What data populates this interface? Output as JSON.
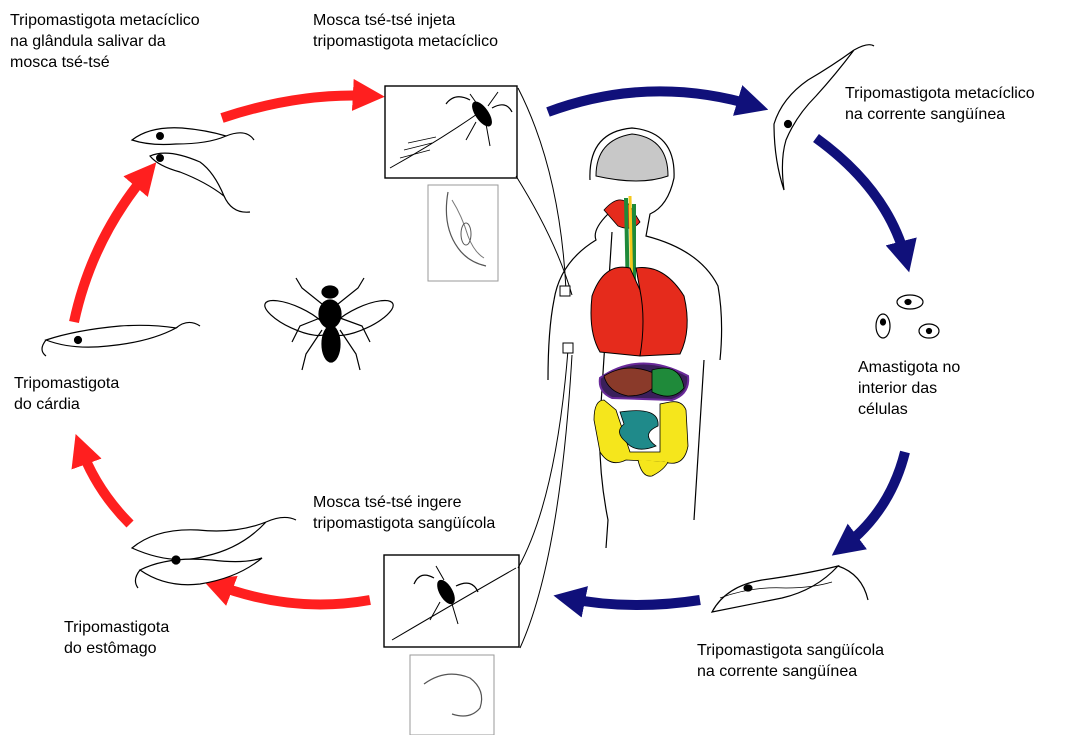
{
  "colors": {
    "vector_phase_arrow": "#ff1f1f",
    "host_phase_arrow": "#10107a",
    "brain": "#c8c8c8",
    "lungs": "#e52b1c",
    "liver": "#8a3a2a",
    "stomach": "#1f8a3a",
    "intestine_large": "#f5e61c",
    "intestine_small": "#1f8a8a",
    "line_art": "#000000"
  },
  "labels": {
    "metacyclic_salivary": [
      "Tripomastigota metacíclico",
      "na glândula salivar da",
      "mosca tsé-tsé"
    ],
    "fly_injects": [
      "Mosca tsé-tsé injeta",
      "tripomastigota metacíclico"
    ],
    "metacyclic_blood": [
      "Tripomastigota metacíclico",
      "na corrente sangüínea"
    ],
    "amastigote": [
      "Amastigota no",
      "interior das",
      "células"
    ],
    "fly_ingests": [
      "Mosca tsé-tsé ingere",
      "tripomastigota sangüícola"
    ],
    "cardia": [
      "Tripomastigota",
      "do cárdia"
    ],
    "stomach": [
      "Tripomastigota",
      "do estômago"
    ],
    "bloodstream": [
      "Tripomastigota sangüícola",
      "na corrente sangüínea"
    ]
  }
}
